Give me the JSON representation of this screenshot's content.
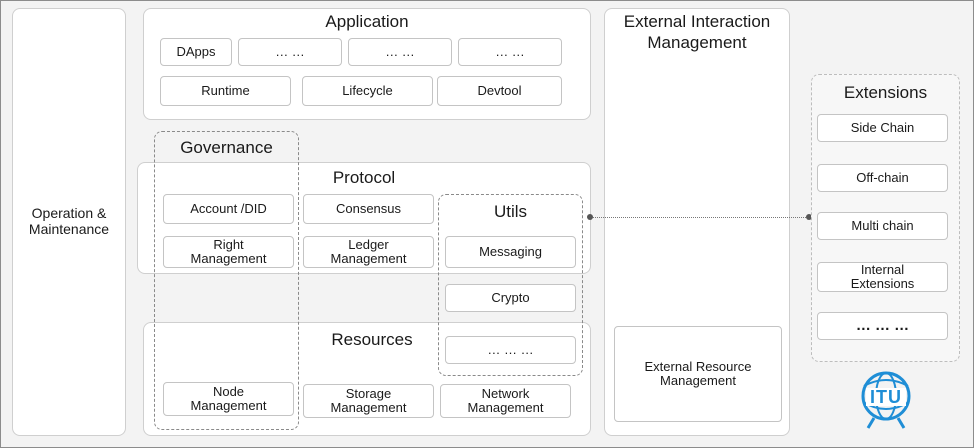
{
  "operation": {
    "label": "Operation &\nMaintenance"
  },
  "application": {
    "title": "Application",
    "row1": [
      "DApps",
      "… …",
      "… …",
      "… …"
    ],
    "row2": [
      "Runtime",
      "Lifecycle",
      "Devtool"
    ]
  },
  "governance": {
    "title": "Governance"
  },
  "protocol": {
    "title": "Protocol",
    "account": "Account /DID",
    "consensus": "Consensus",
    "right": "Right\nManagement",
    "ledger": "Ledger\nManagement"
  },
  "utils": {
    "title": "Utils",
    "messaging": "Messaging",
    "crypto": "Crypto",
    "more": "… … …"
  },
  "resources": {
    "title": "Resources",
    "node": "Node\nManagement",
    "storage": "Storage\nManagement",
    "network": "Network\nManagement"
  },
  "external": {
    "title": "External Interaction\nManagement",
    "resource": "External Resource\nManagement"
  },
  "extensions": {
    "title": "Extensions",
    "items": [
      "Side Chain",
      "Off-chain",
      "Multi chain",
      "Internal\nExtensions",
      "…   … …"
    ]
  },
  "logo": {
    "text": "ITU"
  },
  "colors": {
    "logo_blue": "#1f8ed6"
  }
}
